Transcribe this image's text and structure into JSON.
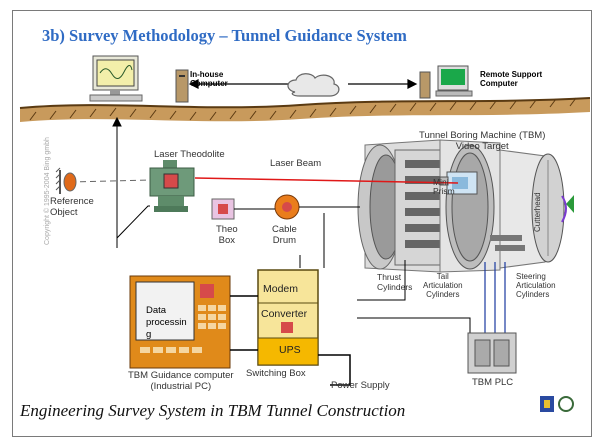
{
  "slide": {
    "title": "3b) Survey Methodology – Tunnel Guidance System",
    "footer": "Engineering Survey System  in TBM Tunnel Construction",
    "copyright": "Copyright © 1995-2004 Bing gmbh"
  },
  "diagram": {
    "inhouse_computer": "In-house\nComputer",
    "remote_computer": "Remote Support\nComputer",
    "tbm": "Tunnel Boring Machine (TBM)\nVideo Target",
    "laser_theodolite": "Laser Theodolite",
    "laser_beam": "Laser Beam",
    "reference_object": "Reference\nObject",
    "theo_box": "Theo\nBox",
    "cable_drum": "Cable\nDrum",
    "mini_prism": "Mini\nPrism",
    "cutterhead": "Cutterhead",
    "thrust_cylinders": "Thrust\nCylinders",
    "tail_articulation": "Tail\nArticulation\nCylinders",
    "steering_articulation": "Steering\nArticulation\nCylinders",
    "data_processing": "Data\nprocessin\ng",
    "modem": "Modem",
    "converter": "Converter",
    "ups": "UPS",
    "guidance_computer": "TBM Guidance computer\n(Industrial PC)",
    "switching_box": "Switching Box",
    "power_supply": "Power Supply",
    "tbm_plc": "TBM PLC"
  },
  "colors": {
    "title": "#2f6bc4",
    "laser": "#e01818",
    "ground": "#8a5a22",
    "box_fill": "#f7e59a",
    "ups_fill": "#f5b800",
    "green_device": "#5e8c6a"
  }
}
